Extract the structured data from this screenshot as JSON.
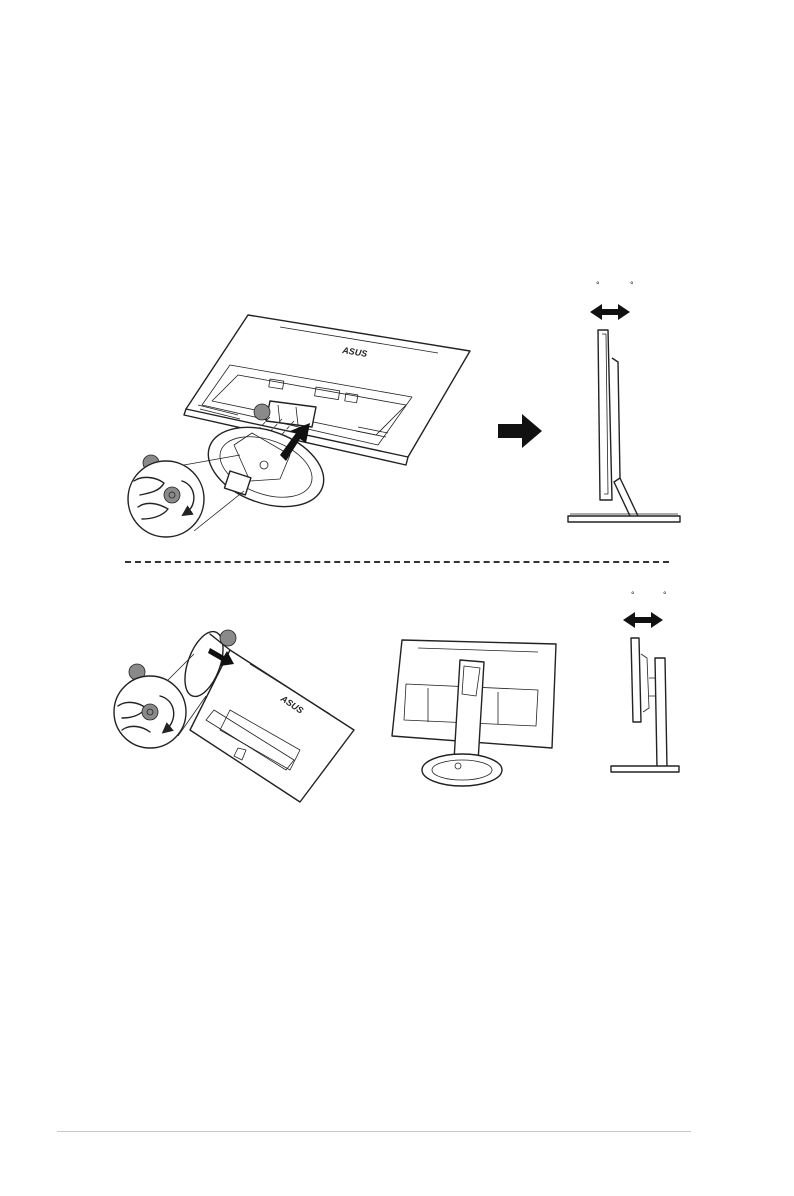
{
  "brand": {
    "logo_text": "ASUS"
  },
  "figures": {
    "attach_base": {
      "step_markers": 2,
      "icons": [
        "hand-screw-icon",
        "clockwise-arrow-icon",
        "insert-arrow-icon"
      ]
    },
    "forward_arrow": {
      "icon": "right-arrow-icon"
    },
    "tilt_side_view_top": {
      "icons": [
        "double-arrow-icon",
        "degree-mark-icon"
      ]
    },
    "detach_base": {
      "step_markers": 2,
      "icons": [
        "hand-screw-icon",
        "counterclockwise-arrow-icon",
        "pull-arrow-icon"
      ]
    },
    "rear_view_assembled": {},
    "tilt_side_view_bottom": {
      "icons": [
        "double-arrow-icon",
        "degree-mark-icon"
      ]
    }
  },
  "colors": {
    "line": "#222222",
    "divider": "#333333",
    "footer_rule": "#c8c8c8"
  }
}
